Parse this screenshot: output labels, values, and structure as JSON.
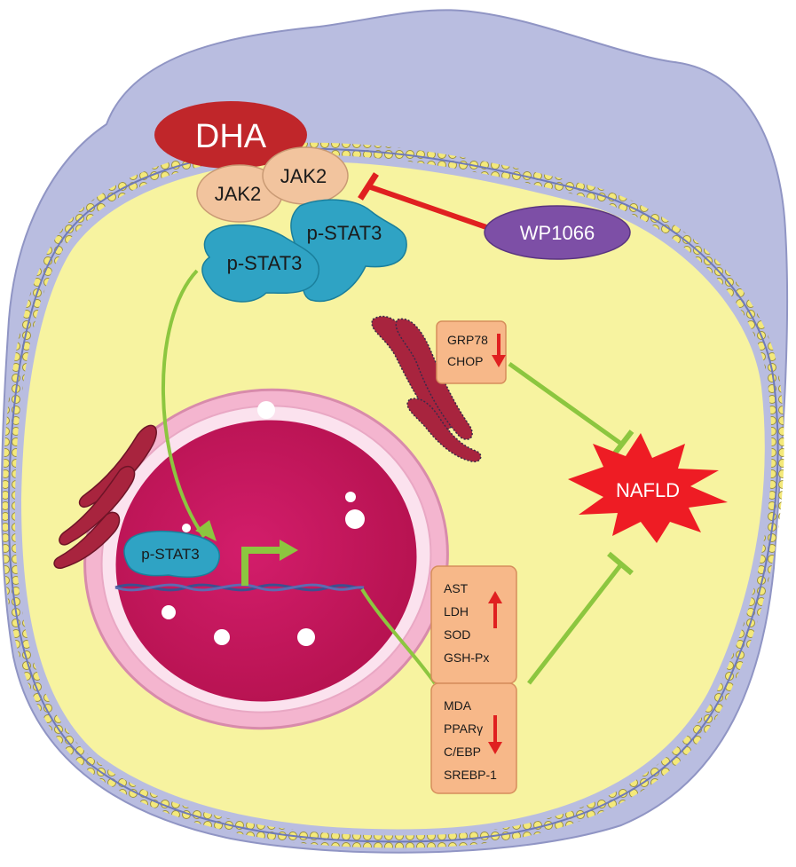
{
  "labels": {
    "dha": "DHA",
    "jak2_a": "JAK2",
    "jak2_b": "JAK2",
    "pstat3_a": "p-STAT3",
    "pstat3_b": "p-STAT3",
    "pstat3_nucleus": "p-STAT3",
    "wp1066": "WP1066",
    "nafld": "NAFLD"
  },
  "er_stress_box": {
    "items": [
      "GRP78",
      "CHOP"
    ],
    "direction": "down"
  },
  "increase_box": {
    "items": [
      "AST",
      "LDH",
      "SOD",
      "GSH-Px"
    ],
    "direction": "up"
  },
  "decrease_box": {
    "items": [
      "MDA",
      "PPARγ",
      "C/EBP",
      "SREBP-1"
    ],
    "direction": "down"
  },
  "colors": {
    "dha": "#c0262a",
    "jak2": "#f2c49e",
    "pstat3": "#2fa3c4",
    "wp1066": "#7d4fa6",
    "inhibit_red": "#e02020",
    "pathway_green": "#8cc63f",
    "nafld_burst": "#ee1c24",
    "nucleus": "#c8175d",
    "cytoplasm": "#f7f3a0",
    "cell_outer": "#b9bde0",
    "box_fill": "#f7b889"
  },
  "icons": {
    "inhibit_bar": "t-bar-inhibition",
    "up_arrow": "red-up-arrow",
    "down_arrow": "red-down-arrow",
    "transcription": "green-bent-arrow"
  }
}
